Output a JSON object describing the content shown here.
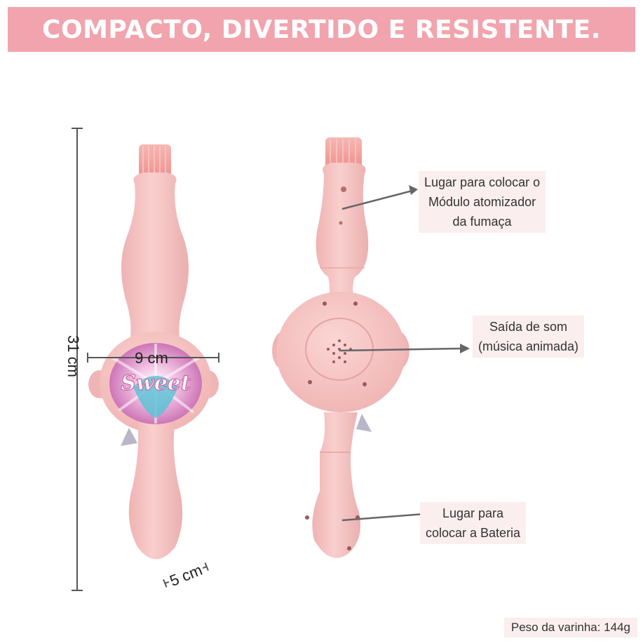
{
  "banner": {
    "title": "COMPACTO, DIVERTIDO E RESISTENTE."
  },
  "dimensions": {
    "height": "31 cm",
    "width": "9 cm",
    "depth": "5 cm"
  },
  "wand_front": {
    "badge_text": "Sweet"
  },
  "callouts": {
    "module": [
      "Lugar para colocar o",
      "Módulo atomizador",
      "da fumaça"
    ],
    "speaker": [
      "Saída de som",
      "(música animada)"
    ],
    "battery": [
      "Lugar para",
      "colocar a Bateria"
    ]
  },
  "weight": {
    "label": "Peso da varinha: 144g"
  },
  "colors": {
    "banner": "#f1a4ad",
    "wand": "#f6c3c2",
    "label_bg": "#fbeeee"
  }
}
